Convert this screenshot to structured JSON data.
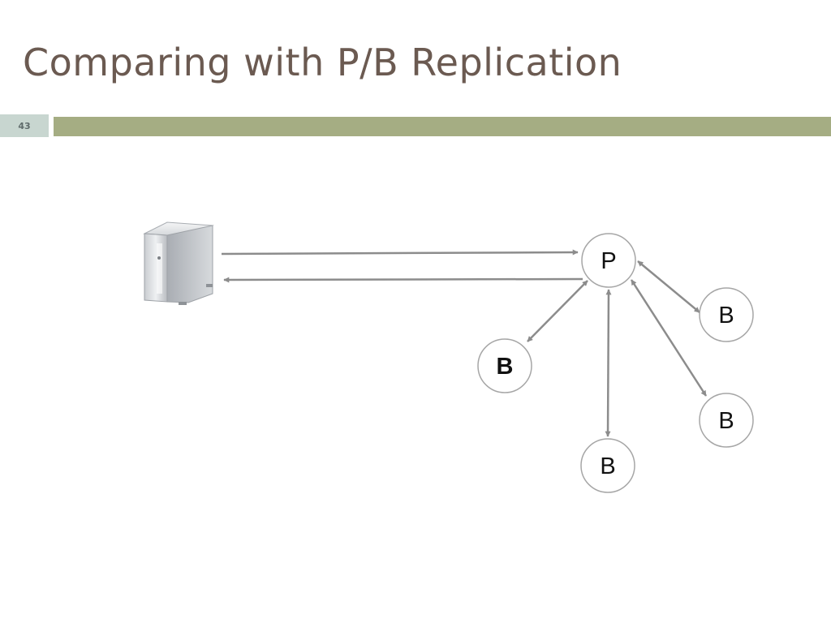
{
  "slide": {
    "title": "Comparing with P/B Replication",
    "number": "43"
  },
  "diagram": {
    "client_icon": "server-tower-icon",
    "nodes": [
      {
        "id": "primary",
        "label": "P"
      },
      {
        "id": "backup-left",
        "label": "B"
      },
      {
        "id": "backup-bottom",
        "label": "B"
      },
      {
        "id": "backup-right-upper",
        "label": "B"
      },
      {
        "id": "backup-right-lower",
        "label": "B"
      }
    ]
  },
  "colors": {
    "title": "#6b5a51",
    "accent_bar": "#a5ad83",
    "number_box": "#c8d6d0",
    "arrow": "#8c8c8c",
    "node_border": "#a6a6a6"
  }
}
